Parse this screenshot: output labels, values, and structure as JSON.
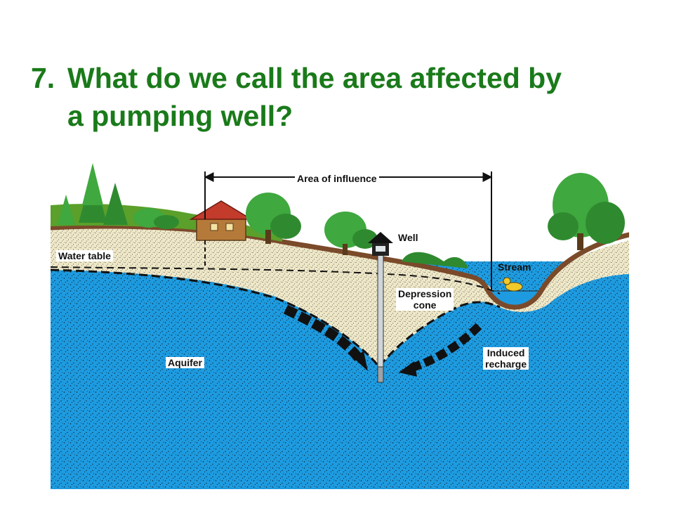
{
  "slide": {
    "number": "7.",
    "question_line1": "What do we call the area affected by",
    "question_line2": "a pumping well?"
  },
  "diagram": {
    "labels": {
      "area_of_influence": "Area of influence",
      "well": "Well",
      "water_table": "Water table",
      "stream": "Stream",
      "depression_cone_1": "Depression",
      "depression_cone_2": "cone",
      "aquifer": "Aquifer",
      "induced_recharge_1": "Induced",
      "induced_recharge_2": "recharge"
    },
    "colors": {
      "title_green": "#1a7a1a",
      "aquifer_blue": "#1e9be0",
      "sand": "#efe8c8",
      "soil": "#7a4a2a",
      "grass": "#5aa02a",
      "tree": "#2f9a2f"
    }
  }
}
